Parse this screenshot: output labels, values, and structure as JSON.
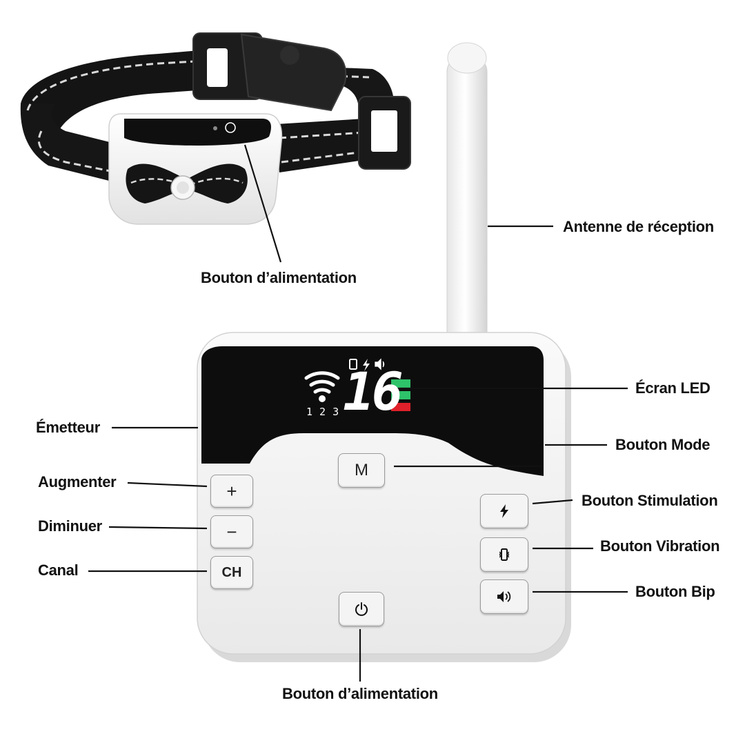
{
  "labels": {
    "collar_power": "Bouton d’alimentation",
    "antenna": "Antenne de réception",
    "led_screen": "Écran LED",
    "transmitter": "Émetteur",
    "mode_button": "Bouton Mode",
    "increase": "Augmenter",
    "stimulation_button": "Bouton Stimulation",
    "decrease": "Diminuer",
    "vibration_button": "Bouton Vibration",
    "channel": "Canal",
    "beep_button": "Bouton Bip",
    "power_button": "Bouton d’alimentation"
  },
  "buttons": {
    "mode": "M",
    "plus": "+",
    "minus": "−",
    "channel": "CH"
  },
  "display": {
    "level": "16",
    "channels": [
      "1",
      "2",
      "3"
    ],
    "icons": [
      "signal-icon",
      "vibration-icon",
      "lightning-icon",
      "speaker-icon"
    ],
    "bar_colors": [
      "#2ec26a",
      "#2ec26a",
      "#e0202a"
    ]
  },
  "colors": {
    "device_body": "#f2f2f2",
    "screen_bezel": "#0d0d0d",
    "strap": "#141414",
    "reflective_stitch": "#d9d9d9"
  }
}
